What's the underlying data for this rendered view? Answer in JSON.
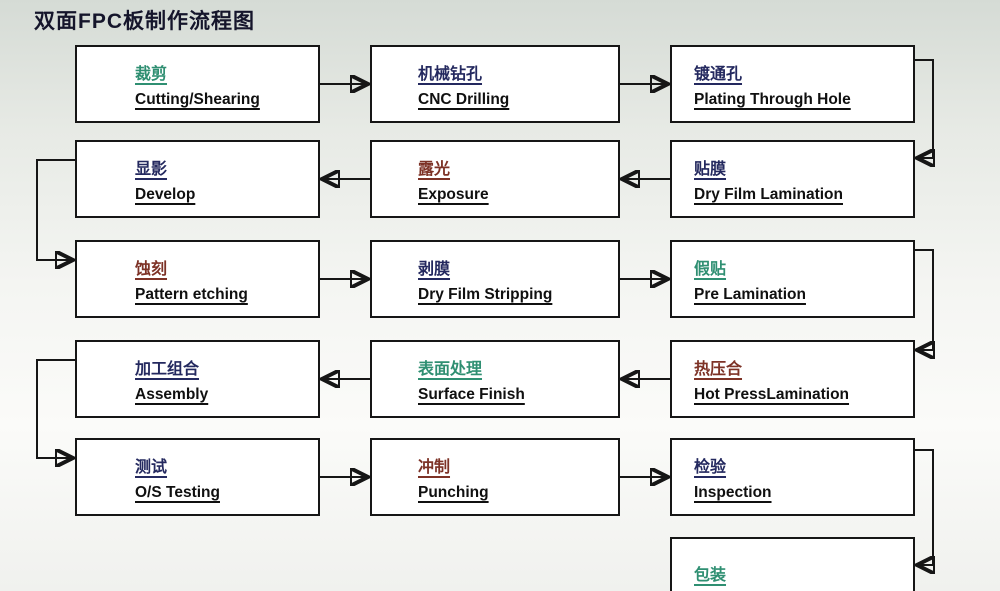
{
  "title": "双面FPC板制作流程图",
  "colors": {
    "teal": "#2f8f72",
    "navy": "#24295f",
    "maroon": "#7d3226",
    "english": "#101010",
    "line": "#161616"
  },
  "boxes": [
    {
      "cn": "裁剪",
      "en": "Cutting/Shearing",
      "color": "teal"
    },
    {
      "cn": "机械钻孔",
      "en": "CNC Drilling",
      "color": "navy"
    },
    {
      "cn": "镀通孔",
      "en": "Plating Through Hole",
      "color": "navy"
    },
    {
      "cn": "显影",
      "en": "Develop",
      "color": "navy"
    },
    {
      "cn": "露光",
      "en": "Exposure",
      "color": "maroon"
    },
    {
      "cn": "贴膜",
      "en": "Dry Film Lamination",
      "color": "navy"
    },
    {
      "cn": "蚀刻",
      "en": "Pattern etching",
      "color": "maroon"
    },
    {
      "cn": "剥膜",
      "en": "Dry Film Stripping",
      "color": "navy"
    },
    {
      "cn": "假贴",
      "en": "Pre Lamination",
      "color": "teal"
    },
    {
      "cn": "加工组合",
      "en": "Assembly",
      "color": "navy"
    },
    {
      "cn": "表面处理",
      "en": "Surface Finish",
      "color": "teal"
    },
    {
      "cn": "热压合",
      "en": "Hot PressLamination",
      "color": "maroon"
    },
    {
      "cn": "测试",
      "en": "O/S Testing",
      "color": "navy"
    },
    {
      "cn": "冲制",
      "en": "Punching",
      "color": "maroon"
    },
    {
      "cn": "检验",
      "en": "Inspection",
      "color": "navy"
    },
    {
      "cn": "包装",
      "en": "",
      "color": "teal"
    }
  ]
}
